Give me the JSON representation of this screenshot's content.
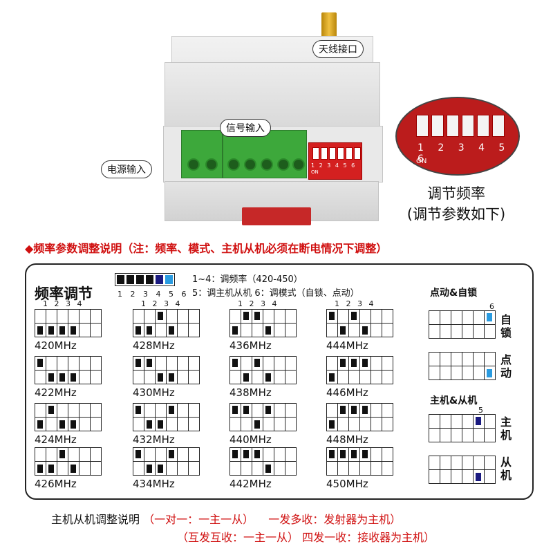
{
  "device": {
    "antenna_label": "天线接口",
    "signal_label": "信号输入",
    "power_label": "电源输入",
    "dip_numbers": "1 2 3 4 5 6",
    "dip_on": "ON"
  },
  "zoom": {
    "numbers": "1 2 3 4 5 6",
    "on": "ON",
    "caption_line1": "调节频率",
    "caption_line2": "(调节参数如下)"
  },
  "header": "◆频率参数调整说明（注：频率、模式、主机从机必须在断电情况下调整）",
  "panel": {
    "title": "频率调节",
    "legend_line1": "1~4：调频率（420-450）",
    "legend_line2": "5：调主机从机  6：调模式（自锁、点动）",
    "legend_numbers": "1 2 3 4 5 6",
    "col_numbers": "1 2 3 4",
    "mode_title": "点动&自锁",
    "mode_col": "6",
    "self_lock": "自锁",
    "momentary": "点动",
    "ms_title": "主机&从机",
    "ms_col": "5",
    "master": "主机",
    "slave": "从机",
    "frequencies": [
      {
        "label": "420MHz",
        "switches": [
          0,
          0,
          0,
          0
        ]
      },
      {
        "label": "428MHz",
        "switches": [
          0,
          0,
          1,
          0
        ]
      },
      {
        "label": "436MHz",
        "switches": [
          0,
          1,
          1,
          0
        ]
      },
      {
        "label": "444MHz",
        "switches": [
          1,
          0,
          1,
          0
        ]
      },
      {
        "label": "422MHz",
        "switches": [
          1,
          0,
          0,
          0
        ]
      },
      {
        "label": "430MHz",
        "switches": [
          1,
          1,
          0,
          0
        ]
      },
      {
        "label": "438MHz",
        "switches": [
          1,
          0,
          1,
          0
        ]
      },
      {
        "label": "446MHz",
        "switches": [
          0,
          1,
          1,
          1
        ]
      },
      {
        "label": "424MHz",
        "switches": [
          0,
          1,
          0,
          0
        ]
      },
      {
        "label": "432MHz",
        "switches": [
          1,
          0,
          0,
          1
        ]
      },
      {
        "label": "440MHz",
        "switches": [
          1,
          1,
          0,
          1
        ]
      },
      {
        "label": "448MHz",
        "switches": [
          0,
          1,
          1,
          1
        ]
      },
      {
        "label": "426MHz",
        "switches": [
          0,
          0,
          1,
          0
        ]
      },
      {
        "label": "434MHz",
        "switches": [
          1,
          0,
          0,
          1
        ]
      },
      {
        "label": "442MHz",
        "switches": [
          1,
          1,
          1,
          0
        ]
      },
      {
        "label": "450MHz",
        "switches": [
          1,
          1,
          1,
          1
        ]
      }
    ]
  },
  "footer": {
    "line1_a": "主机从机调整说明",
    "line1_b": "（一对一：一主一从）",
    "line1_c": "一发多收：发射器为主机）",
    "line2_a": "（互发互收：一主一从）",
    "line2_b": "四发一收：接收器为主机）"
  },
  "colors": {
    "accent_red": "#d01010",
    "terminal_green": "#3da83b",
    "dip_red": "#d42020",
    "switch_blue": "#2a9be0",
    "switch_navy": "#1a1a80"
  }
}
